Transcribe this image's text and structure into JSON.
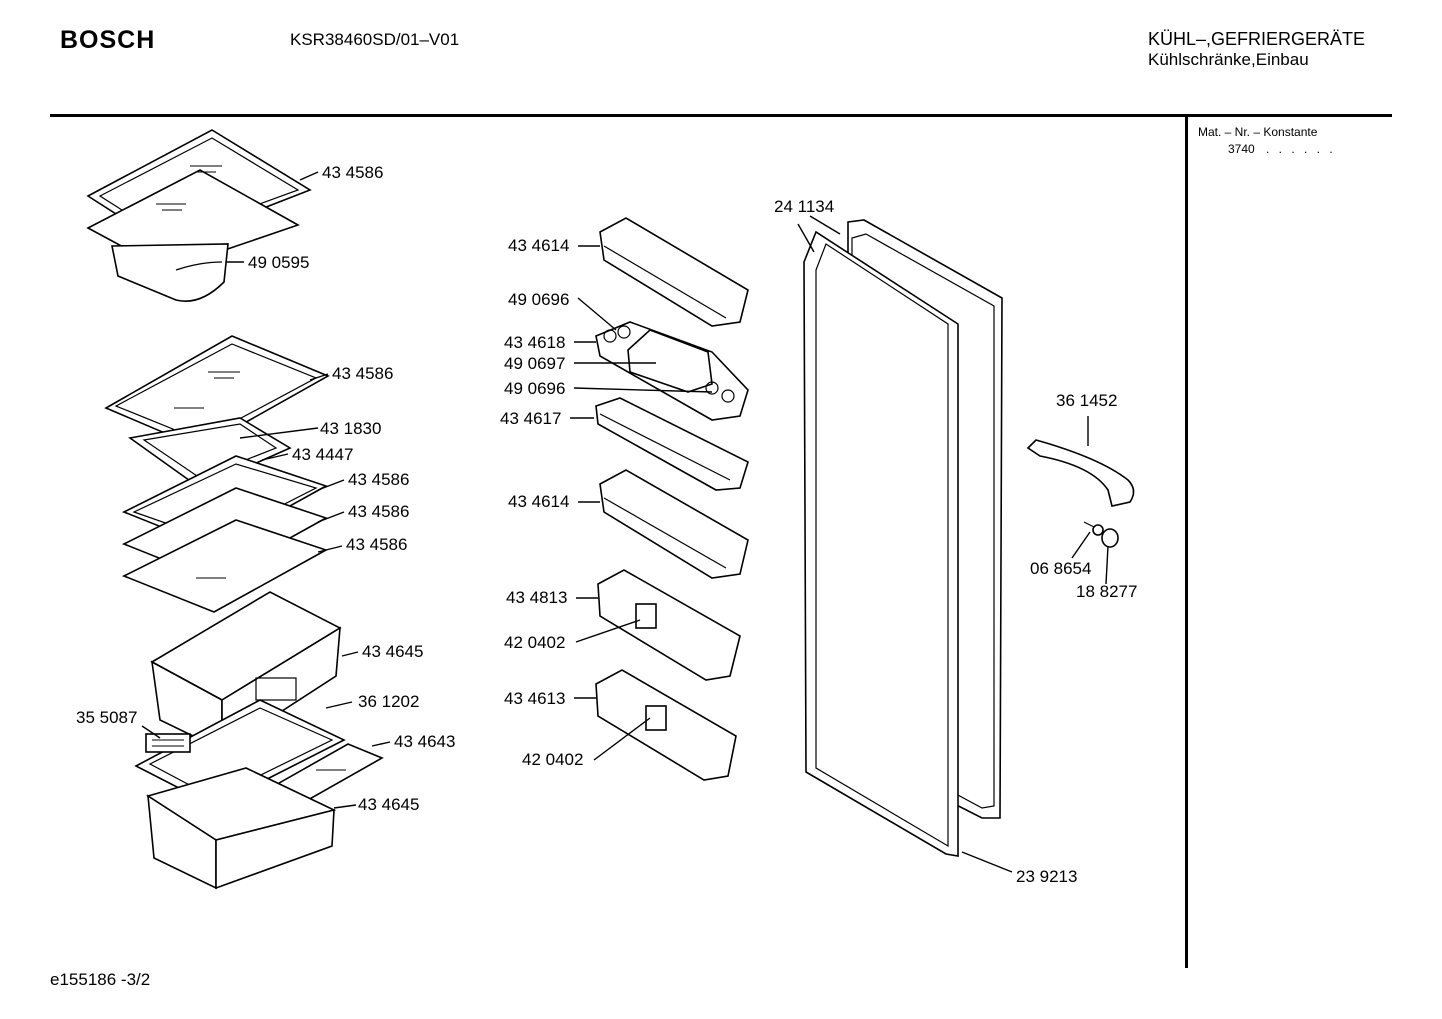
{
  "header": {
    "brand": "BOSCH",
    "model": "KSR38460SD/01–V01",
    "category_line1": "KÜHL–,GEFRIERGERÄTE",
    "category_line2": "Kühlschränke,Einbau"
  },
  "side_panel": {
    "mat_label": "Mat. – Nr. – Konstante",
    "mat_value": "3740",
    "mat_dots": ". . . . . ."
  },
  "footer": {
    "drawing_id": "e155186 -3/2"
  },
  "part_labels": {
    "p1": "43 4586",
    "p2": "49 0595",
    "p3": "43 4586",
    "p4": "43 1830",
    "p5": "43 4447",
    "p6": "43 4586",
    "p7": "43 4586",
    "p8": "43 4586",
    "p9": "43 4645",
    "p10": "36 1202",
    "p11": "35 5087",
    "p12": "43 4643",
    "p13": "43 4645",
    "p14": "43 4614",
    "p15": "49 0696",
    "p16": "43 4618",
    "p17": "49 0697",
    "p18": "49 0696",
    "p19": "43 4617",
    "p20": "43 4614",
    "p21": "43 4813",
    "p22": "42 0402",
    "p23": "43 4613",
    "p24": "42 0402",
    "p25": "24 1134",
    "p26": "36 1452",
    "p27": "06 8654",
    "p28": "18 8277",
    "p29": "23 9213"
  }
}
